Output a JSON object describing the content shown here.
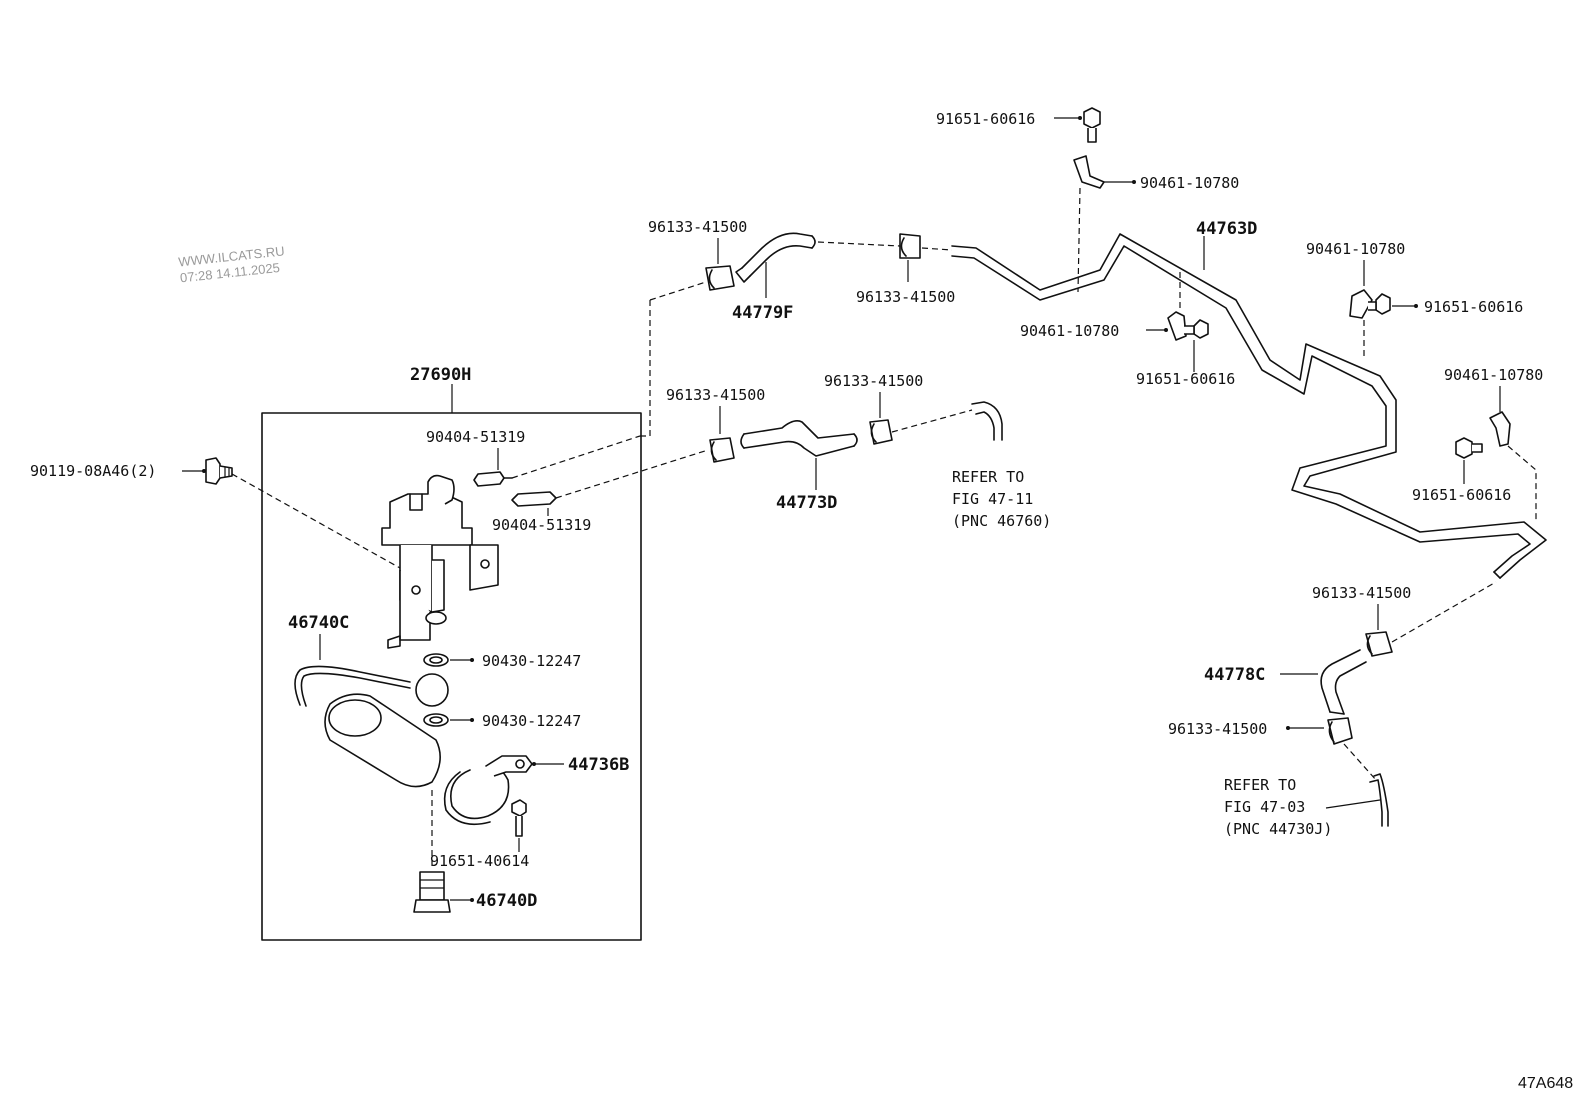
{
  "watermark": {
    "site": "WWW.ILCATS.RU",
    "timestamp": "07:28 14.11.2025"
  },
  "figure_code": "47A648",
  "callouts": {
    "p27690H": "27690H",
    "p90119": "90119-08A46(2)",
    "p90404_a": "90404-51319",
    "p90404_b": "90404-51319",
    "p46740C": "46740C",
    "p90430_a": "90430-12247",
    "p90430_b": "90430-12247",
    "p44736B": "44736B",
    "p91651_40614": "91651-40614",
    "p46740D": "46740D",
    "p96133_a": "96133-41500",
    "p44779F": "44779F",
    "p96133_b": "96133-41500",
    "p96133_c": "96133-41500",
    "p96133_d": "96133-41500",
    "p44773D": "44773D",
    "p91651_top": "91651-60616",
    "p90461_top": "90461-10780",
    "p44763D": "44763D",
    "p90461_mid": "90461-10780",
    "p91651_mid": "91651-60616",
    "p90461_r1": "90461-10780",
    "p91651_r1": "91651-60616",
    "p90461_r2": "90461-10780",
    "p91651_r2": "91651-60616",
    "p96133_e": "96133-41500",
    "p44778C": "44778C",
    "p96133_f": "96133-41500"
  },
  "notes": {
    "ref1": {
      "line1": "REFER TO",
      "line2": "FIG 47-11",
      "line3": "(PNC 46760)"
    },
    "ref2": {
      "line1": "REFER TO",
      "line2": "FIG 47-03",
      "line3": "(PNC 44730J)"
    }
  }
}
